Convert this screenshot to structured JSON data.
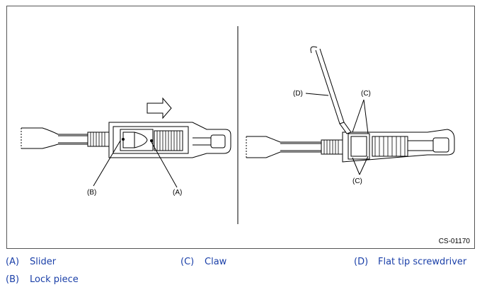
{
  "figure": {
    "id": "CS-01170",
    "callouts": {
      "a": "(A)",
      "b": "(B)",
      "c": "(C)",
      "d": "(D)"
    }
  },
  "legend": [
    {
      "key": "(A)",
      "text": "Slider"
    },
    {
      "key": "(C)",
      "text": "Claw"
    },
    {
      "key": "(D)",
      "text": "Flat tip screwdriver"
    },
    {
      "key": "(B)",
      "text": "Lock piece"
    }
  ]
}
